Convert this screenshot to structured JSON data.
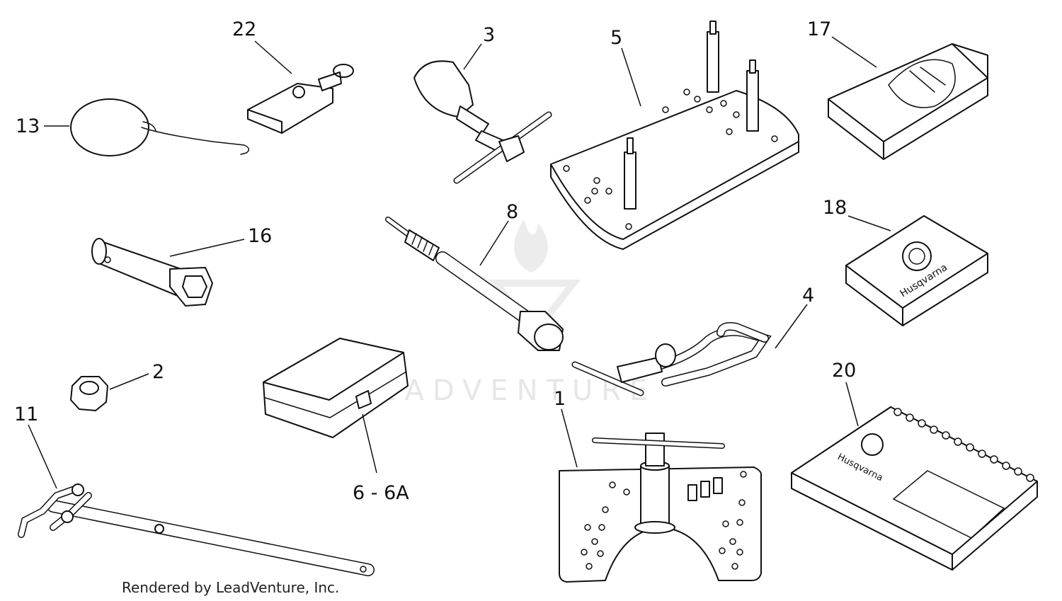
{
  "diagram": {
    "callouts": {
      "c22": "22",
      "c3": "3",
      "c5": "5",
      "c17": "17",
      "c13": "13",
      "c16": "16",
      "c8": "8",
      "c18": "18",
      "c4": "4",
      "c2": "2",
      "c20": "20",
      "c11": "11",
      "c1": "1",
      "c6": "6 - 6A"
    },
    "manual_brand": "Husqvarna",
    "watermark": "LEADVENTURE",
    "footer": "Rendered by LeadVenture, Inc."
  }
}
